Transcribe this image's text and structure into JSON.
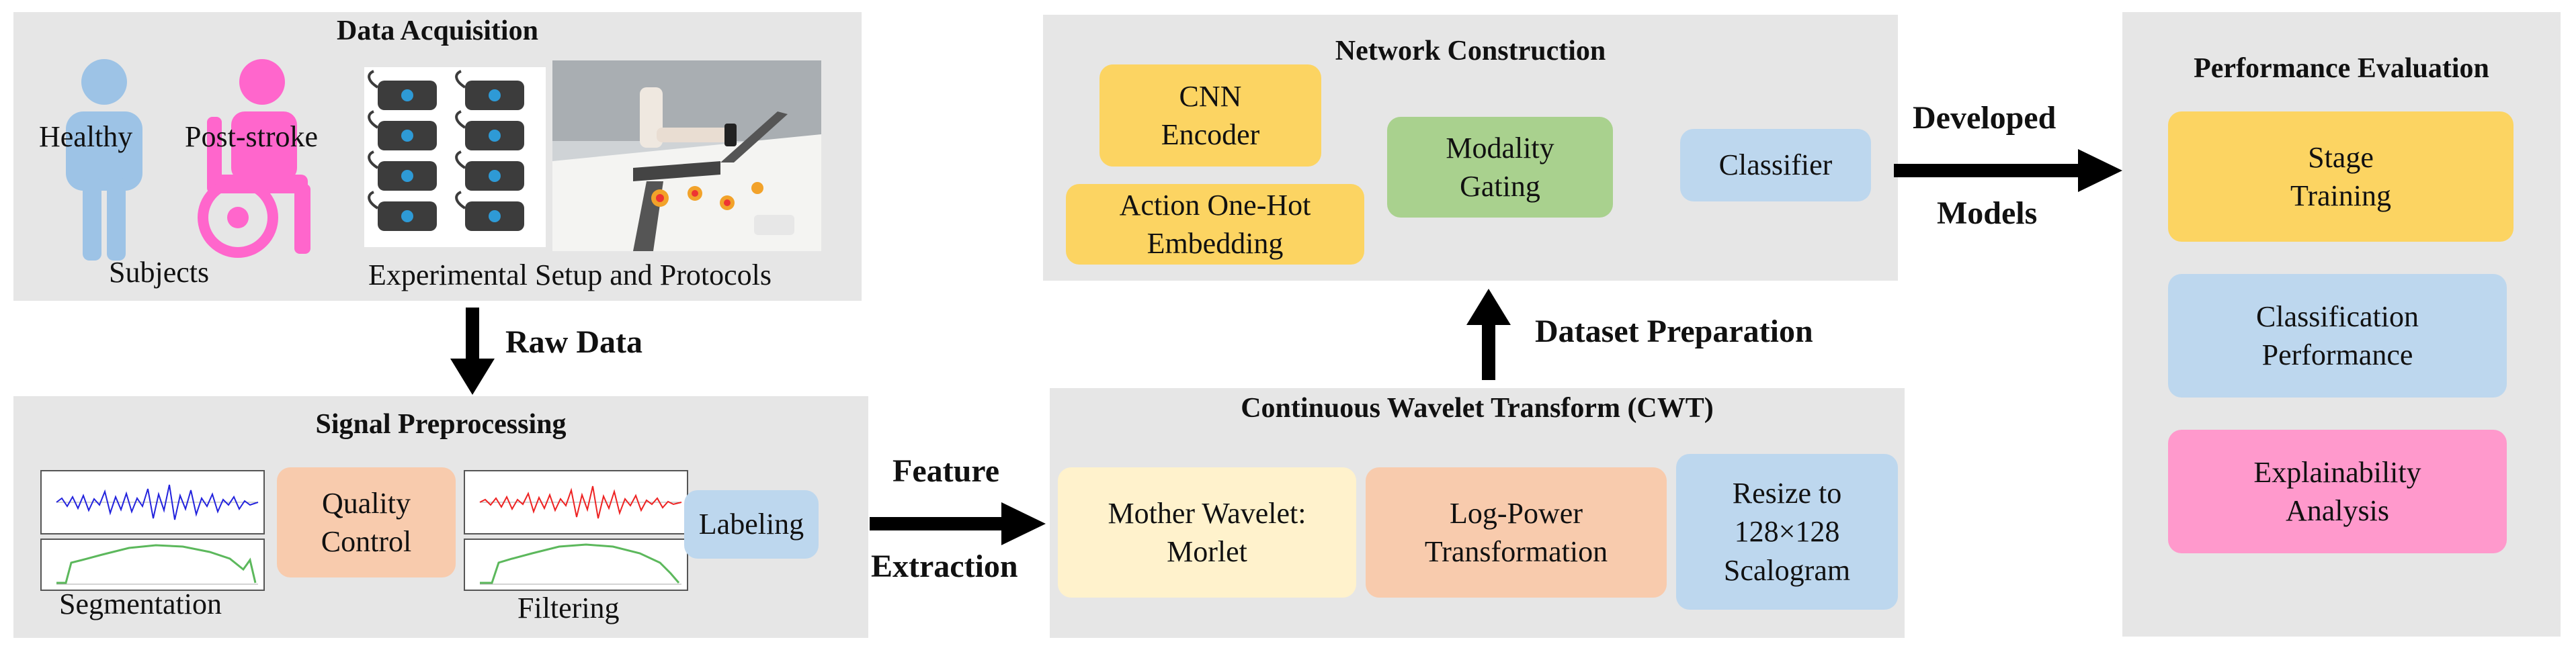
{
  "colors": {
    "panel": "#e6e6e6",
    "yellow": "#fcd462",
    "green": "#a9d18e",
    "blue": "#bdd7ee",
    "orange": "#f8cbad",
    "cream": "#fff2cc",
    "pink": "#ff99cc",
    "subject_blue": "#9dc3e6",
    "subject_pink": "#ff66cc",
    "signal_blue": "#2222dd",
    "signal_red": "#ee2222",
    "signal_green": "#5cb85c"
  },
  "data_acquisition": {
    "title": "Data Acquisition",
    "healthy": "Healthy",
    "post_stroke": "Post-stroke",
    "subjects": "Subjects",
    "setup": "Experimental Setup and Protocols",
    "healthy_icon": "person-icon",
    "post_stroke_icon": "wheelchair-user-icon"
  },
  "raw_data": "Raw Data",
  "signal_preprocessing": {
    "title": "Signal Preprocessing",
    "quality_control": "Quality\nControl",
    "labeling": "Labeling",
    "segmentation": "Segmentation",
    "filtering": "Filtering"
  },
  "feature_extraction": {
    "line1": "Feature",
    "line2": "Extraction"
  },
  "cwt": {
    "title": "Continuous Wavelet Transform (CWT)",
    "mother_wavelet": "Mother Wavelet:\nMorlet",
    "log_power": "Log-Power\nTransformation",
    "resize": "Resize to\n128×128\nScalogram"
  },
  "dataset_preparation": "Dataset Preparation",
  "network": {
    "title": "Network Construction",
    "cnn": "CNN\nEncoder",
    "action": "Action One-Hot\nEmbedding",
    "gating": "Modality\nGating",
    "classifier": "Classifier"
  },
  "developed_models": {
    "line1": "Developed",
    "line2": "Models"
  },
  "performance": {
    "title": "Performance Evaluation",
    "stage": "Stage\nTraining",
    "classification": "Classification\nPerformance",
    "explainability": "Explainability\nAnalysis"
  }
}
